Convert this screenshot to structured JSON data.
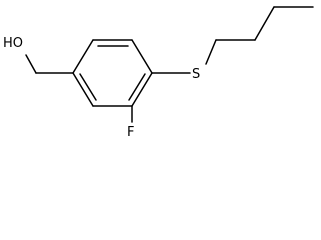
{
  "molecule": {
    "atoms": {
      "hydroxyl": "HO",
      "sulfur": "S",
      "fluorine": "F"
    }
  }
}
